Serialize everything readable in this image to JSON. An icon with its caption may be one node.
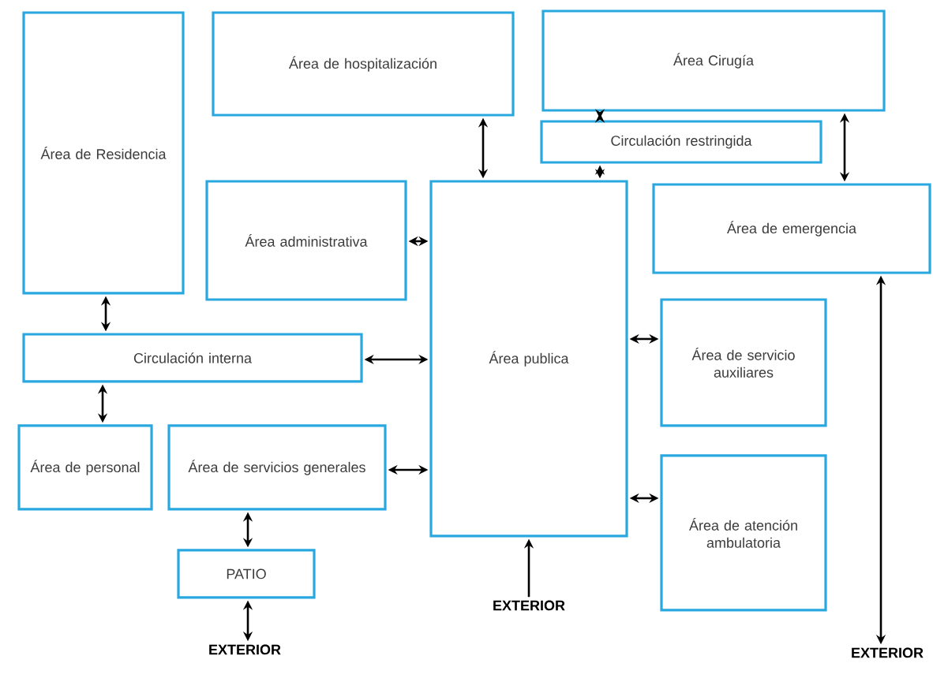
{
  "diagram": {
    "nodes": [
      {
        "text": [
          "Área de Residencia"
        ]
      },
      {
        "text": [
          "Área de hospitalización"
        ]
      },
      {
        "text": [
          "Área Cirugía"
        ]
      },
      {
        "text": [
          "Circulación restringida"
        ]
      },
      {
        "text": [
          "Área administrativa"
        ]
      },
      {
        "text": [
          "Área publica"
        ]
      },
      {
        "text": [
          "Área de emergencia"
        ]
      },
      {
        "text": [
          "Circulación interna"
        ]
      },
      {
        "text": [
          "Área de servicio auxiliares"
        ]
      },
      {
        "text": [
          "Área de personal"
        ]
      },
      {
        "text": [
          "Área de servicios generales"
        ]
      },
      {
        "text": [
          "Área de atención ambulatoria"
        ]
      },
      {
        "text": [
          "PATIO"
        ]
      },
      {
        "text": [
          "EXTERIOR"
        ]
      },
      {
        "text": [
          "EXTERIOR"
        ]
      },
      {
        "text": [
          "EXTERIOR"
        ]
      }
    ],
    "edges": [
      {
        "from": 0,
        "to": 7,
        "arrow": "both"
      },
      {
        "from": 7,
        "to": 9,
        "arrow": "both"
      },
      {
        "from": 7,
        "to": 5,
        "arrow": "both"
      },
      {
        "from": 10,
        "to": 5,
        "arrow": "both"
      },
      {
        "from": 10,
        "to": 12,
        "arrow": "both"
      },
      {
        "from": 12,
        "to": 13,
        "arrow": "both"
      },
      {
        "from": 4,
        "to": 5,
        "arrow": "both"
      },
      {
        "from": 1,
        "to": 5,
        "arrow": "both"
      },
      {
        "from": 2,
        "to": 3,
        "arrow": "both"
      },
      {
        "from": 3,
        "to": 5,
        "arrow": "both"
      },
      {
        "from": 2,
        "to": 6,
        "arrow": "both"
      },
      {
        "from": 5,
        "to": 8,
        "arrow": "both"
      },
      {
        "from": 5,
        "to": 11,
        "arrow": "both"
      },
      {
        "from": 14,
        "to": 5,
        "arrow": "to"
      },
      {
        "from": 6,
        "to": 15,
        "arrow": "both"
      }
    ]
  }
}
